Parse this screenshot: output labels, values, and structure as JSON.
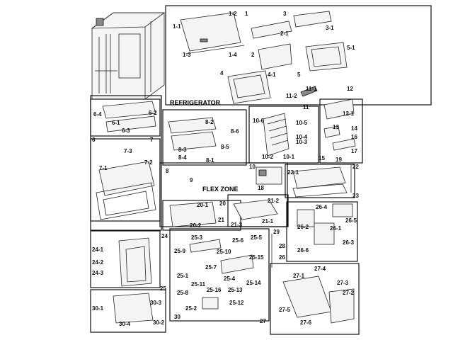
{
  "sections": {
    "refrigerator": "REFRIGERATOR",
    "flex_zone": "FLEX ZONE"
  },
  "labels": {
    "l1": "1",
    "l1_1": "1-1",
    "l1_2": "1-2",
    "l1_3": "1-3",
    "l1_4": "1-4",
    "l2": "2",
    "l2_1": "2-1",
    "l3": "3",
    "l3_1": "3-1",
    "l4": "4",
    "l4_1": "4-1",
    "l5": "5",
    "l5_1": "5-1",
    "l6": "6",
    "l6_1": "6-1",
    "l6_2": "6-2",
    "l6_3": "6-3",
    "l6_4": "6-4",
    "l7": "7",
    "l7_1": "7-1",
    "l7_2": "7-2",
    "l7_3": "7-3",
    "l8": "8",
    "l8_1": "8-1",
    "l8_2": "8-2",
    "l8_3": "8-3",
    "l8_4": "8-4",
    "l8_5": "8-5",
    "l8_6": "8-6",
    "l9": "9",
    "l10": "10",
    "l10_1": "10-1",
    "l10_2": "10-2",
    "l10_3": "10-3",
    "l10_4": "10-4",
    "l10_5": "10-5",
    "l10_6": "10-6",
    "l11": "11",
    "l11_1": "11-1",
    "l11_2": "11-2",
    "l12": "12",
    "l12_1": "12-1",
    "l13": "13",
    "l14": "14",
    "l15": "15",
    "l16": "16",
    "l17": "17",
    "l18": "18",
    "l19": "19",
    "l20": "20",
    "l20_1": "20-1",
    "l20_2": "20-2",
    "l21": "21",
    "l21_1": "21-1",
    "l21_2": "21-2",
    "l21_3": "21-3",
    "l22": "22",
    "l22_1": "22-1",
    "l23": "23",
    "l24": "24",
    "l24_1": "24-1",
    "l24_2": "24-2",
    "l24_3": "24-3",
    "l25": "25",
    "l25_1": "25-1",
    "l25_2": "25-2",
    "l25_3": "25-3",
    "l25_4": "25-4",
    "l25_5": "25-5",
    "l25_6": "25-6",
    "l25_7": "25-7",
    "l25_8": "25-8",
    "l25_9": "25-9",
    "l25_10": "25-10",
    "l25_11": "25-11",
    "l25_12": "25-12",
    "l25_13": "25-13",
    "l25_14": "25-14",
    "l25_15": "25-15",
    "l25_16": "25-16",
    "l26": "26",
    "l26_1": "26-1",
    "l26_2": "26-2",
    "l26_3": "26-3",
    "l26_4": "26-4",
    "l26_5": "26-5",
    "l26_6": "26-6",
    "l27": "27",
    "l27_1": "27-1",
    "l27_2": "27-2",
    "l27_3": "27-3",
    "l27_4": "27-4",
    "l27_5": "27-5",
    "l27_6": "27-6",
    "l28": "28",
    "l29": "29",
    "l30": "30",
    "l30_1": "30-1",
    "l30_2": "30-2",
    "l30_3": "30-3",
    "l30_4": "30-4"
  }
}
